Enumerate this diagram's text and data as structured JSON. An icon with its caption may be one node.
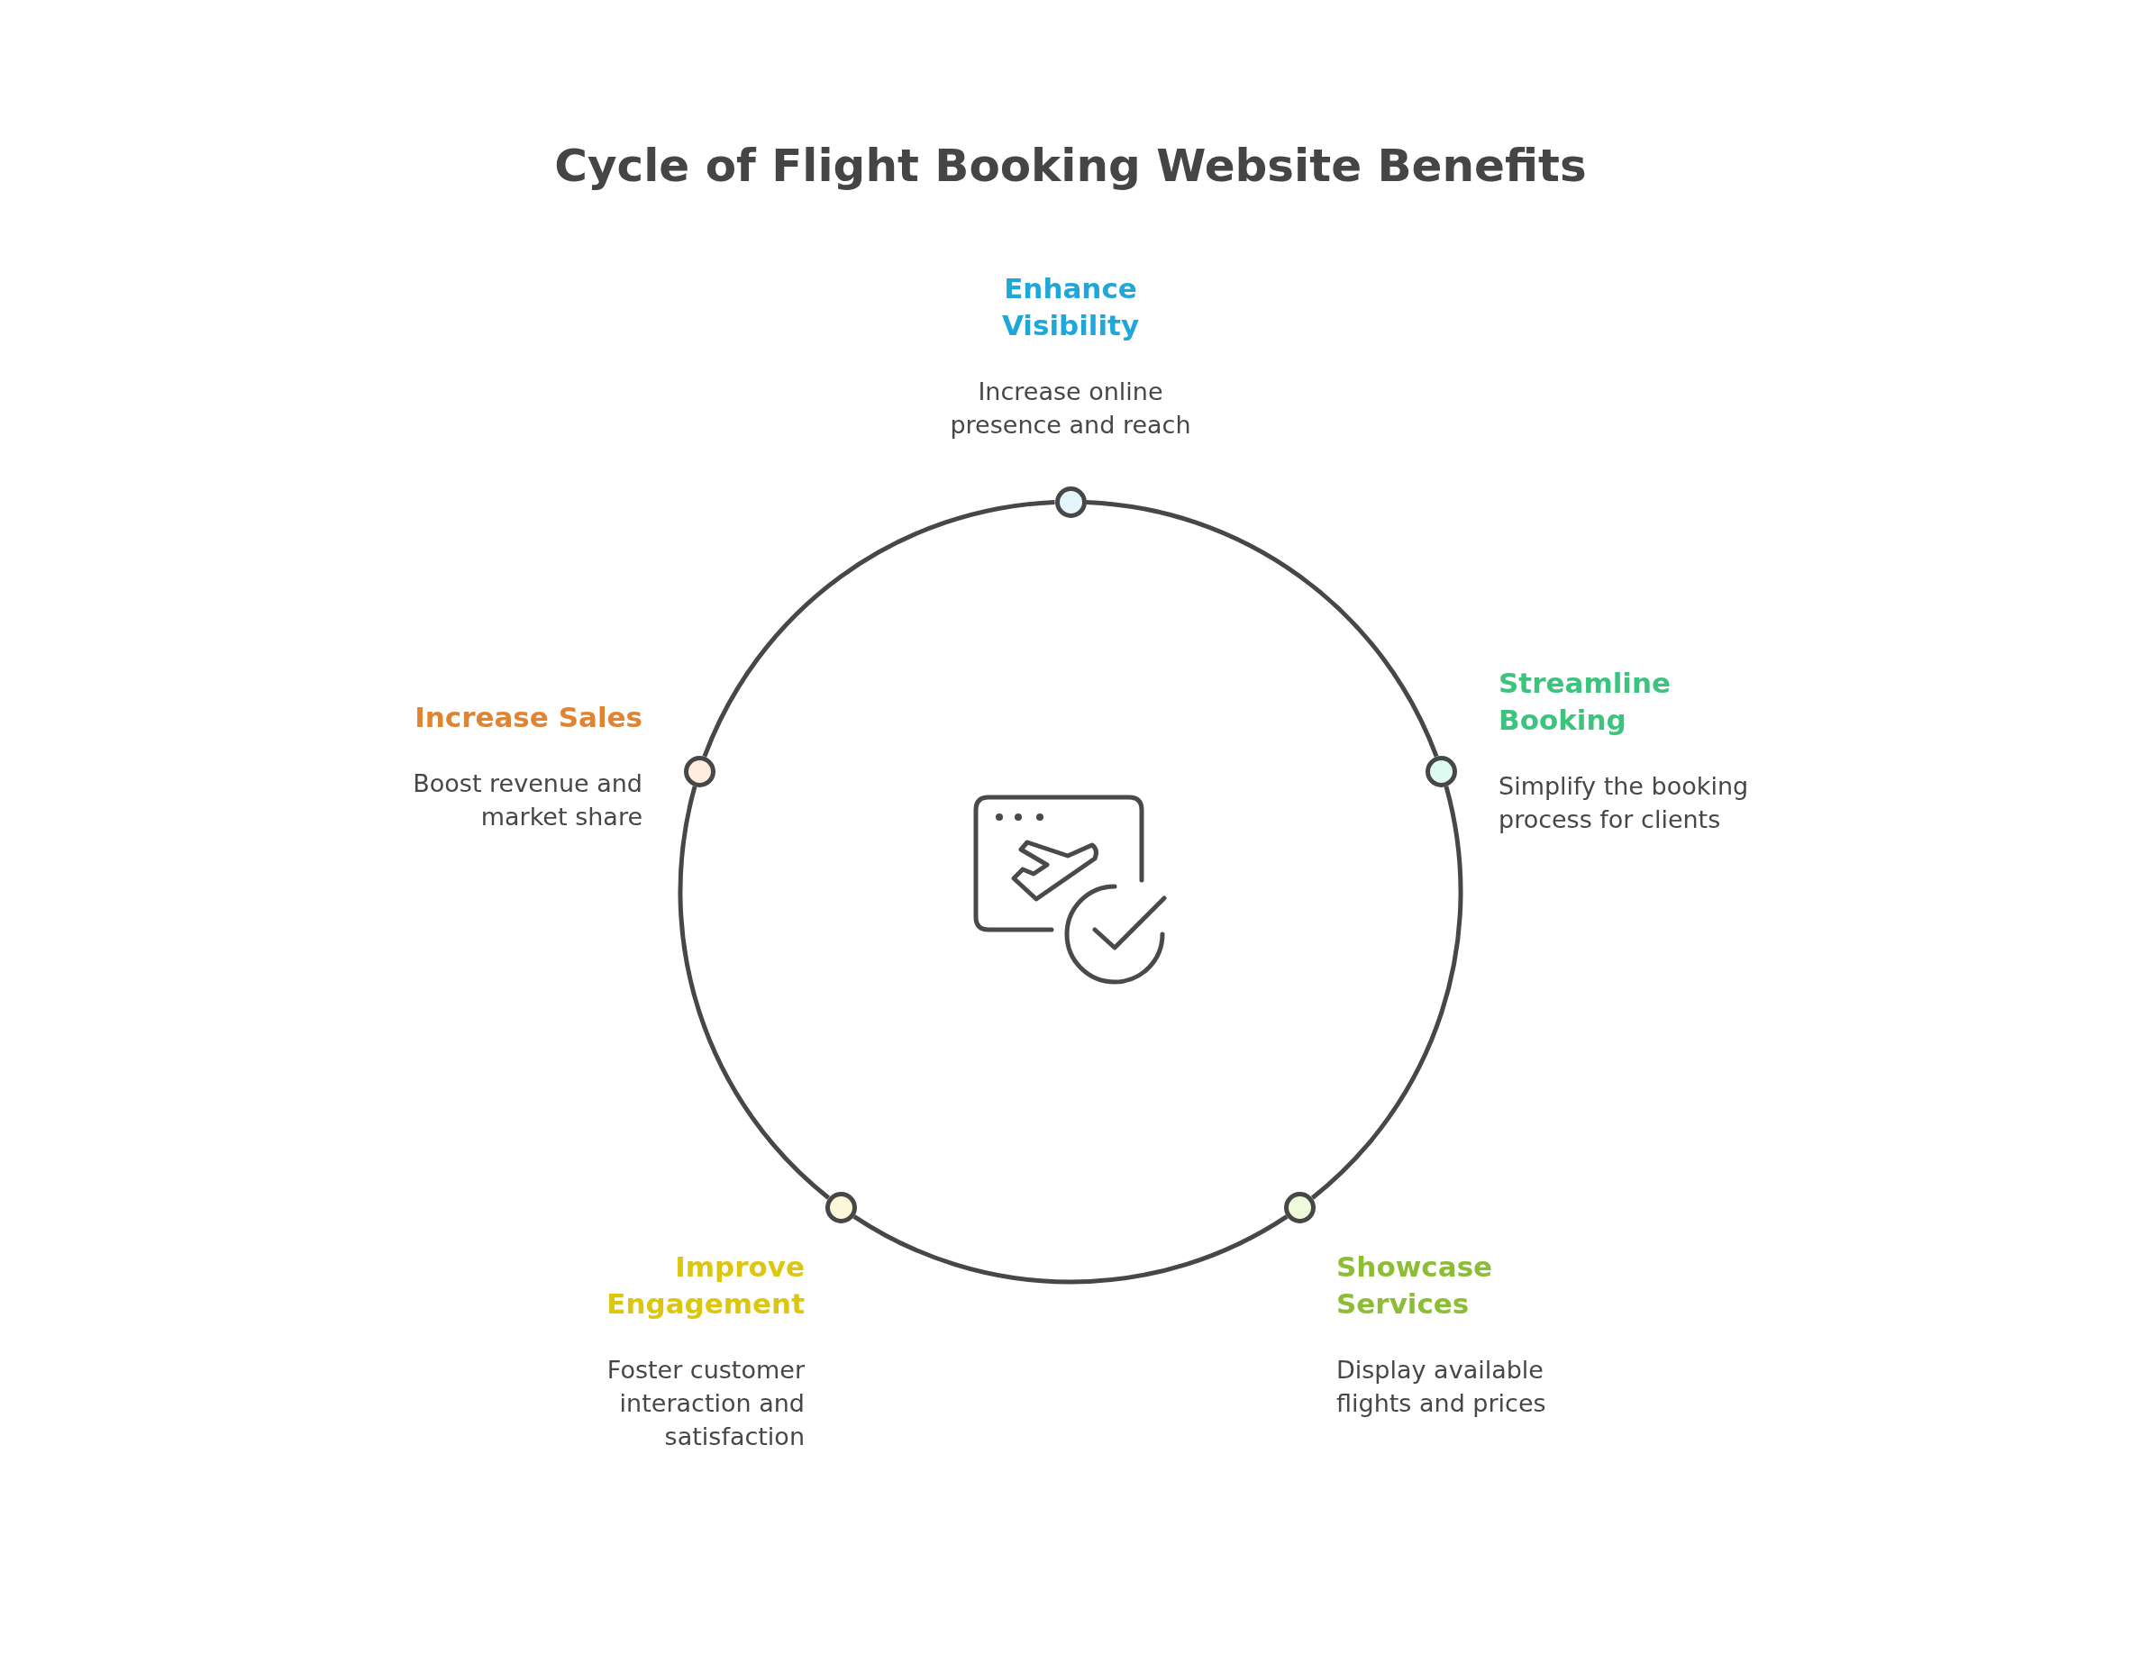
{
  "diagram": {
    "title": "Cycle of Flight Booking Website Benefits",
    "nodes": [
      {
        "text": [],
        "shape": "circle",
        "beside": [
          "Enhance Visibility",
          "Increase online presence and reach"
        ]
      },
      {
        "text": [],
        "shape": "circle",
        "beside": [
          "Streamline Booking",
          "Simplify the booking process for clients"
        ]
      },
      {
        "text": [],
        "shape": "circle",
        "beside": [
          "Showcase Services",
          "Display available flights and prices"
        ]
      },
      {
        "text": [],
        "shape": "circle",
        "beside": [
          "Improve Engagement",
          "Foster customer interaction and satisfaction"
        ]
      },
      {
        "text": [],
        "shape": "circle",
        "beside": [
          "Increase Sales",
          "Boost revenue and market share"
        ]
      }
    ],
    "edges": [
      {
        "from": 0,
        "to": 1,
        "arrow": "none"
      },
      {
        "from": 1,
        "to": 2,
        "arrow": "none"
      },
      {
        "from": 2,
        "to": 3,
        "arrow": "none"
      },
      {
        "from": 3,
        "to": 4,
        "arrow": "none"
      },
      {
        "from": 4,
        "to": 0,
        "arrow": "none"
      }
    ]
  }
}
